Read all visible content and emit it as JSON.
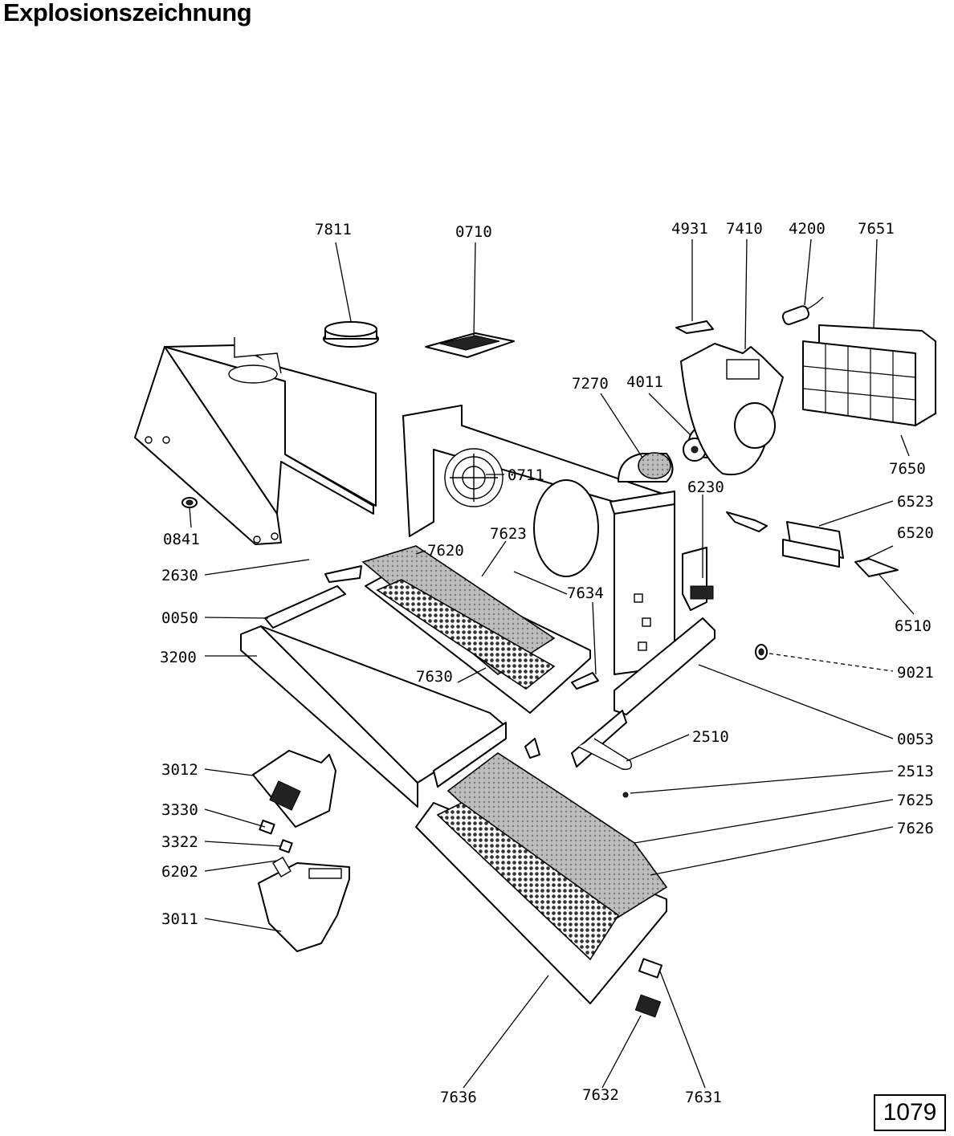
{
  "title": "Explosionszeichnung",
  "page_number": "1079",
  "part_labels": [
    {
      "id": "7811",
      "text": "7811"
    },
    {
      "id": "0710",
      "text": "0710"
    },
    {
      "id": "4931",
      "text": "4931"
    },
    {
      "id": "7410",
      "text": "7410"
    },
    {
      "id": "4200",
      "text": "4200"
    },
    {
      "id": "7651",
      "text": "7651"
    },
    {
      "id": "7270",
      "text": "7270"
    },
    {
      "id": "4011",
      "text": "4011"
    },
    {
      "id": "0711",
      "text": "0711"
    },
    {
      "id": "7650",
      "text": "7650"
    },
    {
      "id": "6230",
      "text": "6230"
    },
    {
      "id": "6523",
      "text": "6523"
    },
    {
      "id": "6520",
      "text": "6520"
    },
    {
      "id": "0841",
      "text": "0841"
    },
    {
      "id": "7620",
      "text": "7620"
    },
    {
      "id": "7623",
      "text": "7623"
    },
    {
      "id": "2630",
      "text": "2630"
    },
    {
      "id": "7634",
      "text": "7634"
    },
    {
      "id": "6510",
      "text": "6510"
    },
    {
      "id": "0050",
      "text": "0050"
    },
    {
      "id": "3200",
      "text": "3200"
    },
    {
      "id": "9021",
      "text": "9021"
    },
    {
      "id": "7630",
      "text": "7630"
    },
    {
      "id": "0053",
      "text": "0053"
    },
    {
      "id": "2510",
      "text": "2510"
    },
    {
      "id": "3012",
      "text": "3012"
    },
    {
      "id": "2513",
      "text": "2513"
    },
    {
      "id": "7625",
      "text": "7625"
    },
    {
      "id": "3330",
      "text": "3330"
    },
    {
      "id": "7626",
      "text": "7626"
    },
    {
      "id": "3322",
      "text": "3322"
    },
    {
      "id": "6202",
      "text": "6202"
    },
    {
      "id": "3011",
      "text": "3011"
    },
    {
      "id": "7636",
      "text": "7636"
    },
    {
      "id": "7632",
      "text": "7632"
    },
    {
      "id": "7631",
      "text": "7631"
    }
  ]
}
